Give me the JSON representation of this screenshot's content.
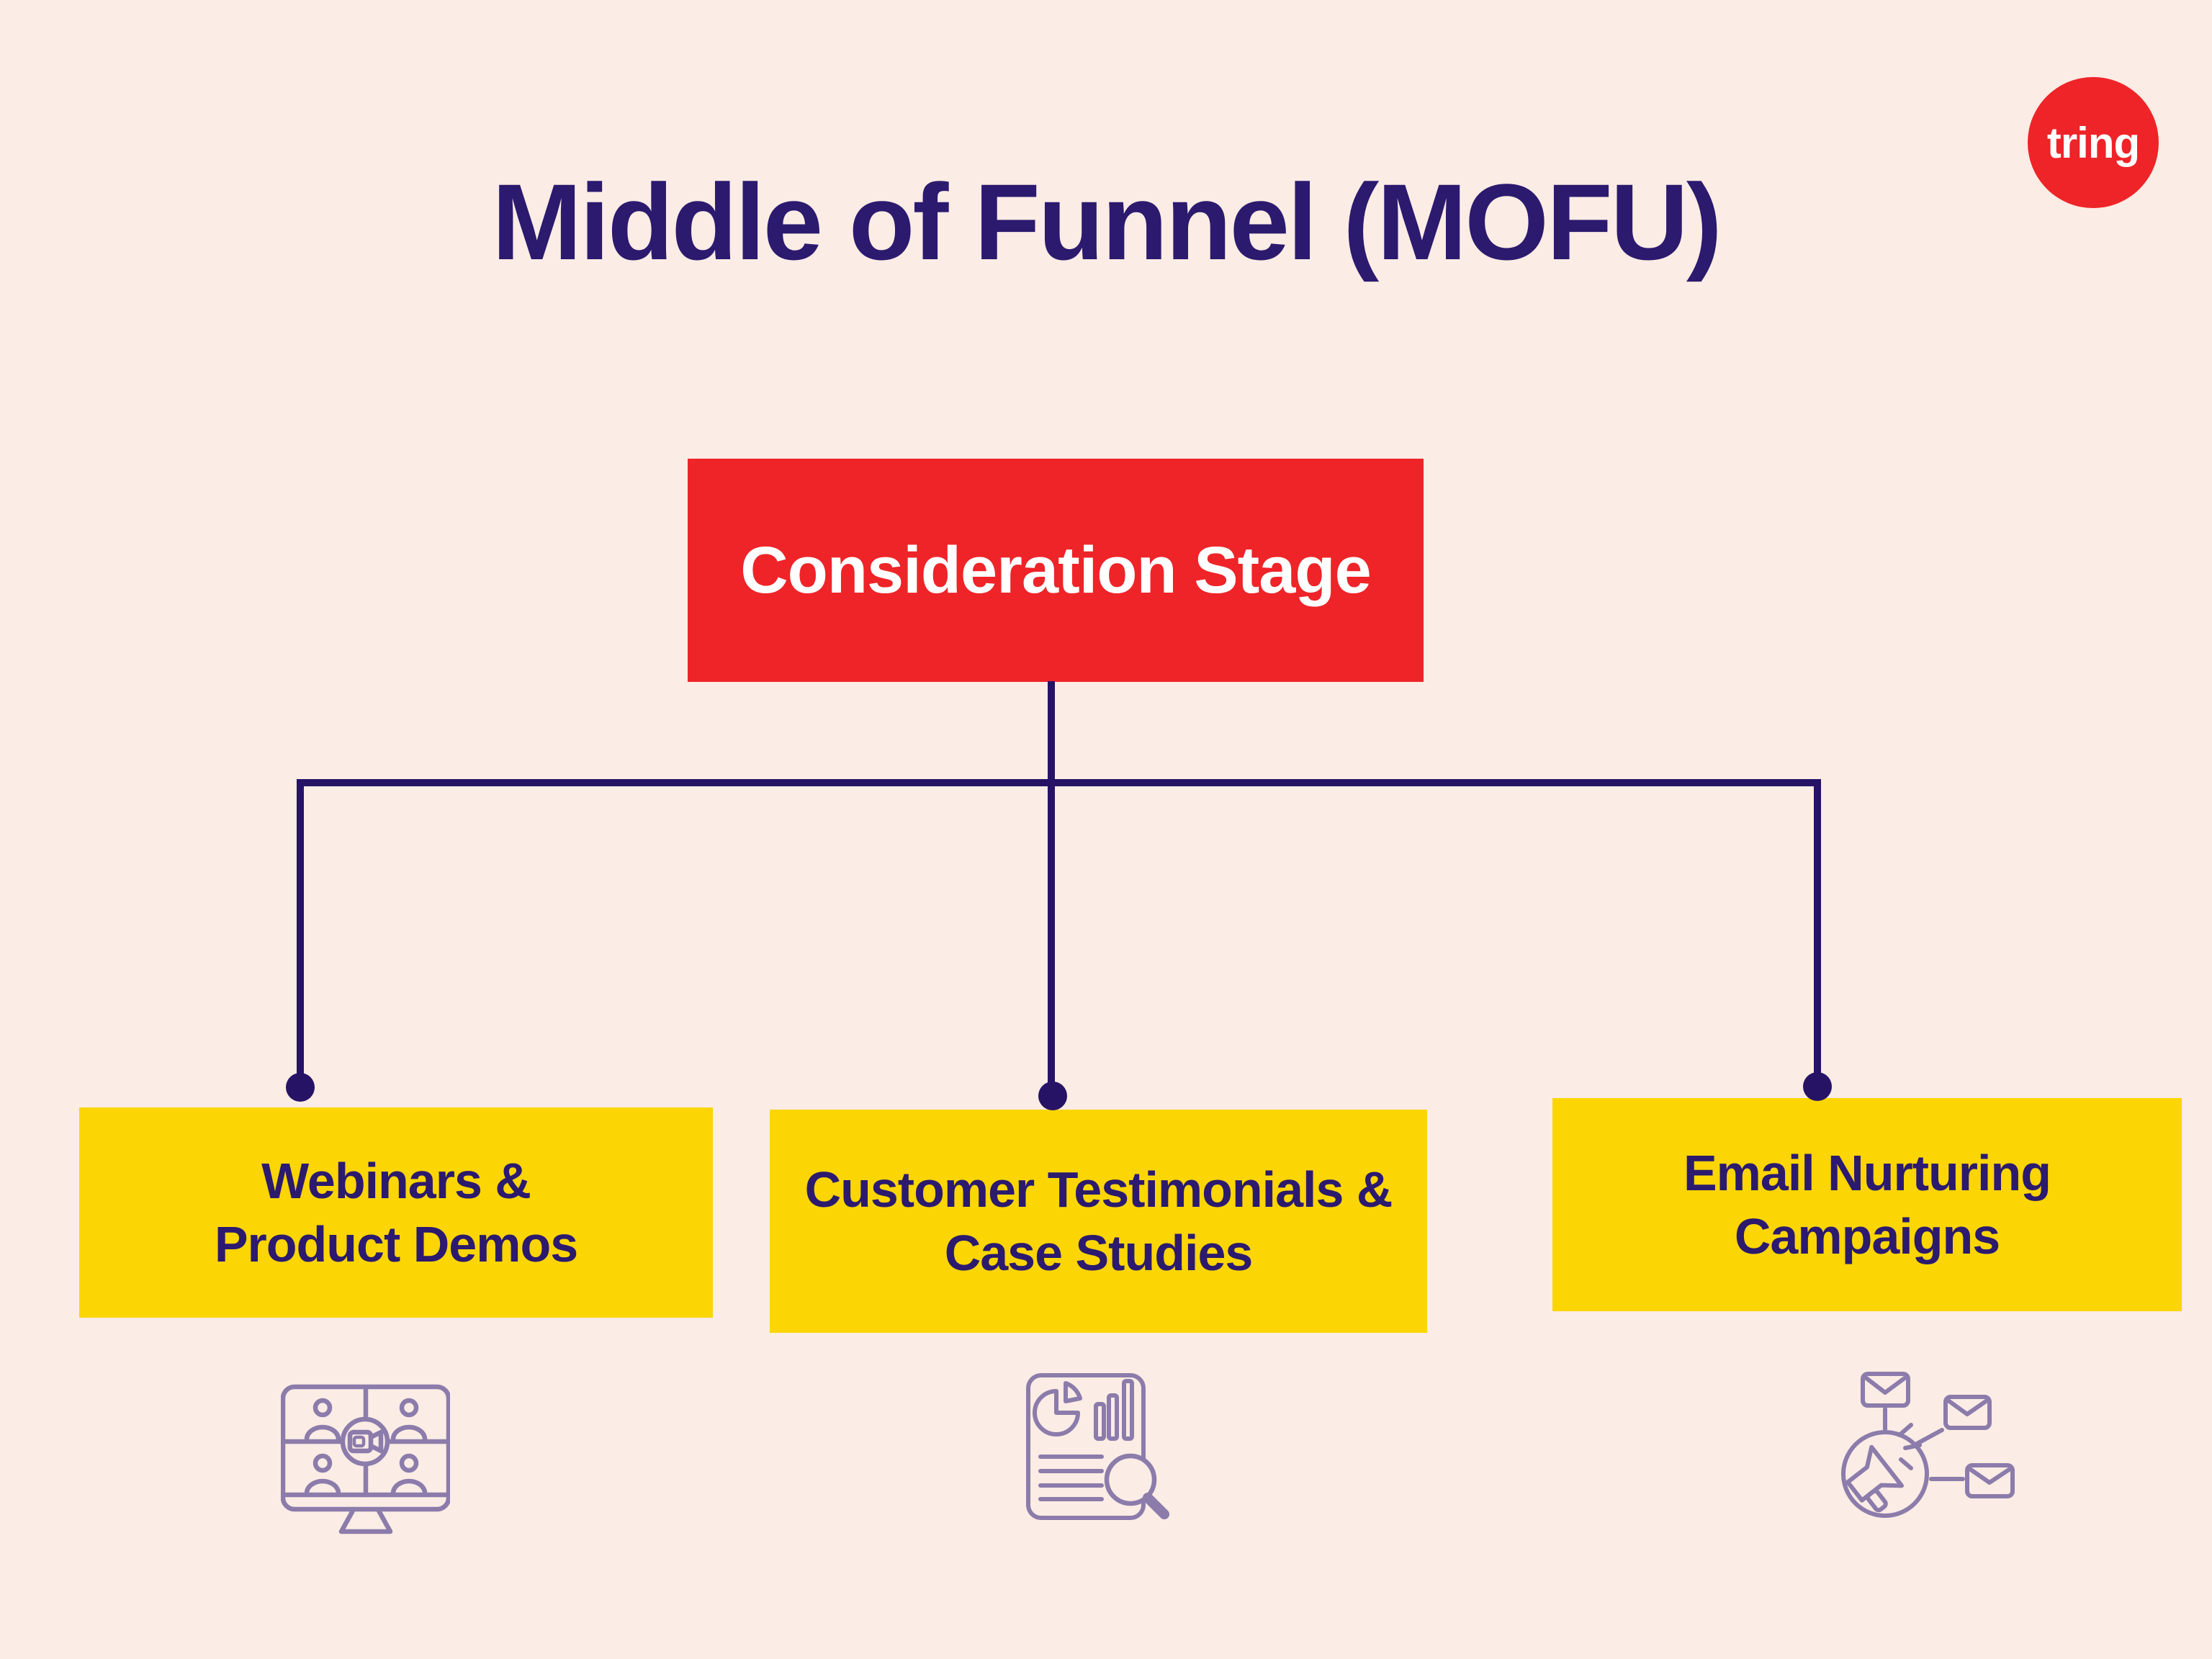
{
  "page": {
    "background_color": "#FBECE5"
  },
  "header": {
    "title": "Middle of Funnel (MOFU)",
    "logo": {
      "label": "tring",
      "bg_color": "#EE2428",
      "text_color": "#FFFFFF"
    }
  },
  "diagram": {
    "root": {
      "label": "Consideration Stage",
      "bg_color": "#EE2428",
      "text_color": "#FFFFFF"
    },
    "connector_color": "#261366",
    "child_bg_color": "#FCD505",
    "child_text_color": "#2B1A6E",
    "icon_color": "#8C7CAB",
    "children": [
      {
        "label_line1": "Webinars &",
        "label_line2": "Product Demos",
        "icon": "video-conference-icon"
      },
      {
        "label_line1": "Customer Testimonials &",
        "label_line2": "Case Studies",
        "icon": "report-analysis-icon"
      },
      {
        "label_line1": "Email Nurturing",
        "label_line2": "Campaigns",
        "icon": "email-campaign-icon"
      }
    ]
  }
}
